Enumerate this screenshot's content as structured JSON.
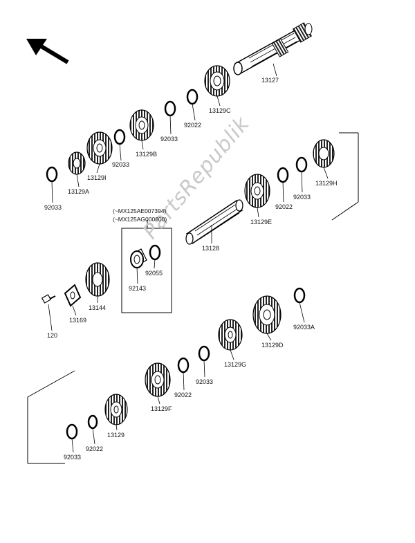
{
  "watermark": "PartsRepublik",
  "note": {
    "line1": "(~MX125AE007394)",
    "line2": "(~MX125AG000600)"
  },
  "labels": {
    "p13127": "13127",
    "p13129C": "13129C",
    "p92022_top": "92022",
    "p92033_a": "92033",
    "p13129B": "13129B",
    "p92033_b": "92033",
    "p13129I": "13129I",
    "p13129A": "13129A",
    "p92033_c": "92033",
    "p13129H": "13129H",
    "p92033_d": "92033",
    "p92022_mid": "92022",
    "p13129E": "13129E",
    "p13128": "13128",
    "p92055": "92055",
    "p92143": "92143",
    "p13144": "13144",
    "p13169": "13169",
    "p120": "120",
    "p92033A": "92033A",
    "p13129D": "13129D",
    "p13129G": "13129G",
    "p92033_e": "92033",
    "p92022_low": "92022",
    "p13129F": "13129F",
    "p13129": "13129",
    "p92022_bot": "92022",
    "p92033_f": "92033"
  }
}
